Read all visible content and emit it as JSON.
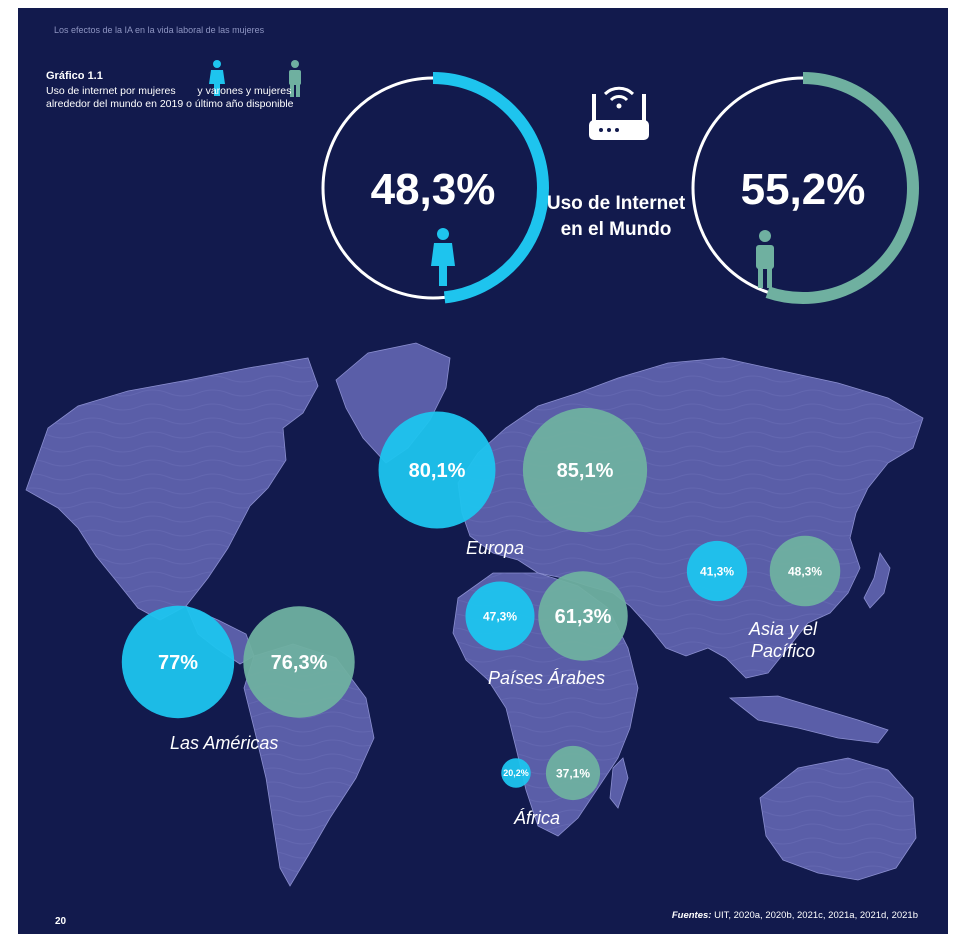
{
  "header": {
    "running_title": "Los efectos de la IA en la vida laboral de las mujeres"
  },
  "chart": {
    "label": "Gráfico 1.1",
    "description_part1": "Uso de internet por mujeres",
    "description_part2": "y varones",
    "description_part3": "y mujeres alrededor del mundo en 2019 o último año disponible"
  },
  "world": {
    "title": "Uso de Internet en el Mundo",
    "women_value": "48,3%",
    "men_value": "55,2%",
    "women_share": 48.3,
    "men_share": 55.2
  },
  "regions": [
    {
      "name": "Europa",
      "women": "80,1%",
      "men": "85,1%",
      "women_pct": 80.1,
      "men_pct": 85.1
    },
    {
      "name": "Asia y el Pacífico",
      "women": "41,3%",
      "men": "48,3%",
      "women_pct": 41.3,
      "men_pct": 48.3
    },
    {
      "name": "Países Árabes",
      "women": "47,3%",
      "men": "61,3%",
      "women_pct": 47.3,
      "men_pct": 61.3
    },
    {
      "name": "Las Américas",
      "women": "77%",
      "men": "76,3%",
      "women_pct": 77,
      "men_pct": 76.3
    },
    {
      "name": "África",
      "women": "20,2%",
      "men": "37,1%",
      "women_pct": 20.2,
      "men_pct": 37.1
    }
  ],
  "footer": {
    "page_number": "20",
    "sources_label": "Fuentes:",
    "sources_text": "UIT, 2020a, 2020b, 2021c, 2021a, 2021d, 2021b"
  },
  "colors": {
    "background": "#121a4d",
    "women": "#1ec4ee",
    "men": "#6fb0a0",
    "land": "#5a5ea8",
    "ring": "#ffffff"
  },
  "icons": [
    "woman-icon",
    "man-icon",
    "router-icon"
  ]
}
